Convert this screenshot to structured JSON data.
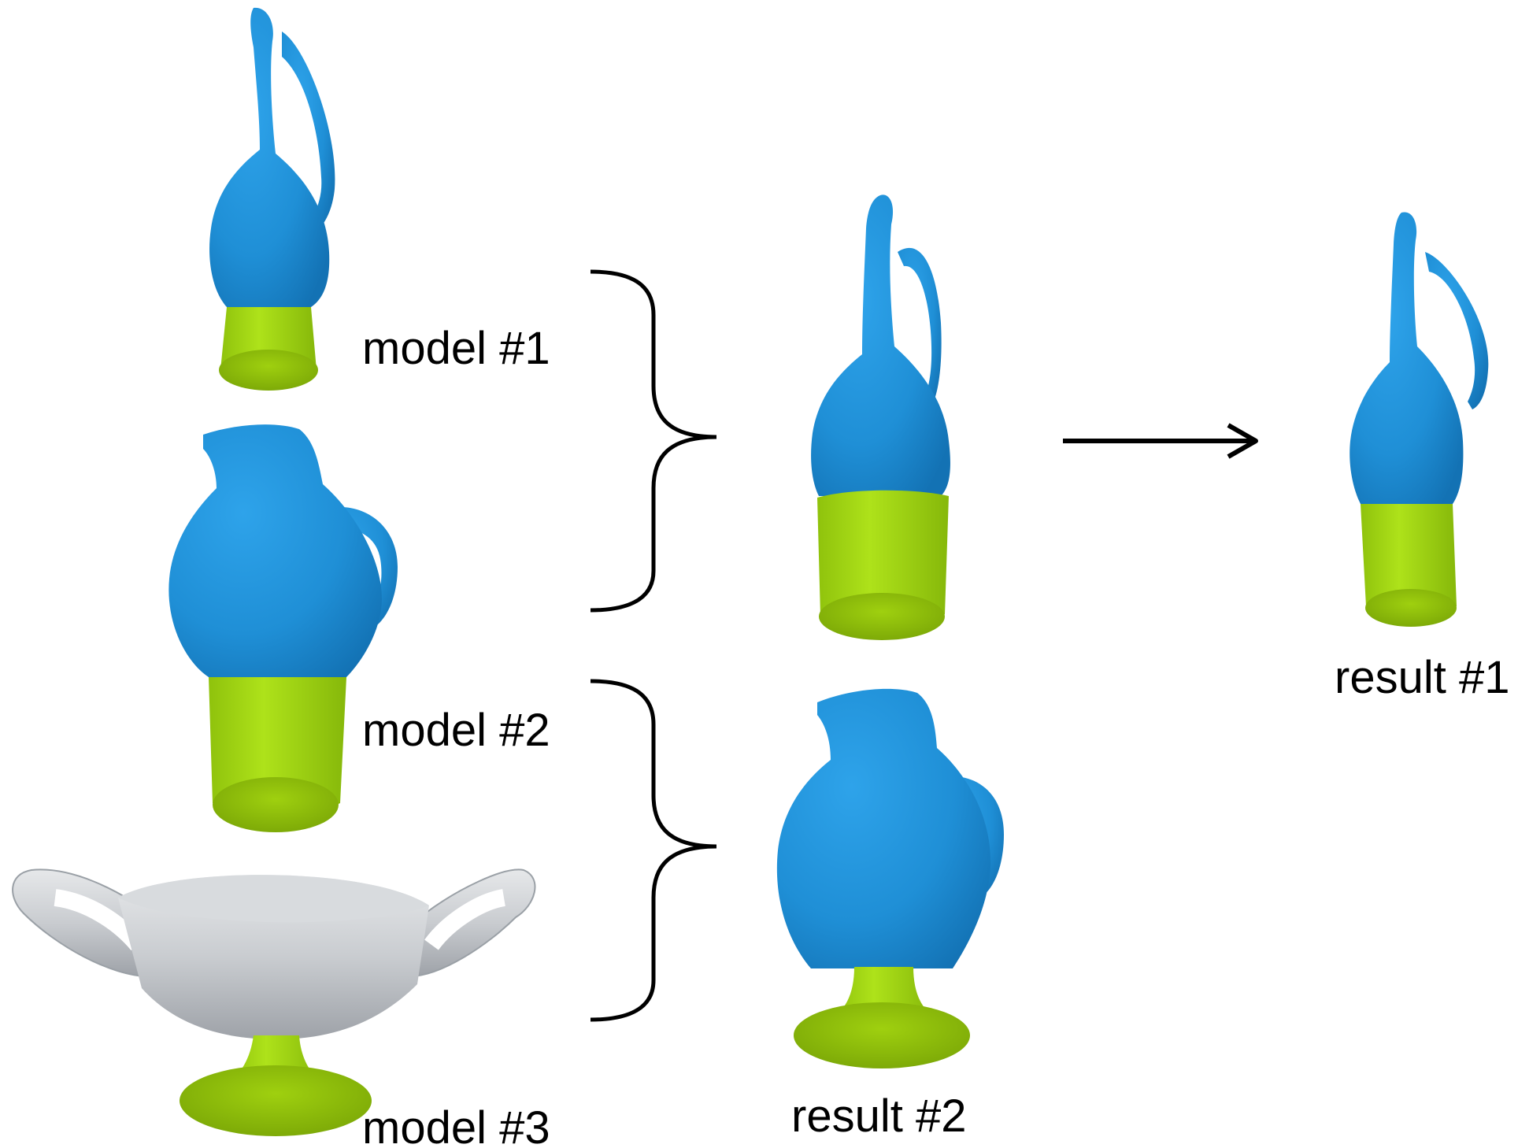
{
  "labels": {
    "model_1": "model #1",
    "model_2": "model #2",
    "model_3": "model #3",
    "result_1": "result #1",
    "result_2": "result #2"
  },
  "colors": {
    "body_blue": "#1f8fd6",
    "base_green": "#a9dc10",
    "base_green_dark": "#7fae08",
    "cup_gray": "#c9ccd0",
    "line": "#000000",
    "background": "#ffffff"
  },
  "icons": {
    "merge_bracket": "right-curly-brace",
    "arrow": "right-arrow"
  }
}
